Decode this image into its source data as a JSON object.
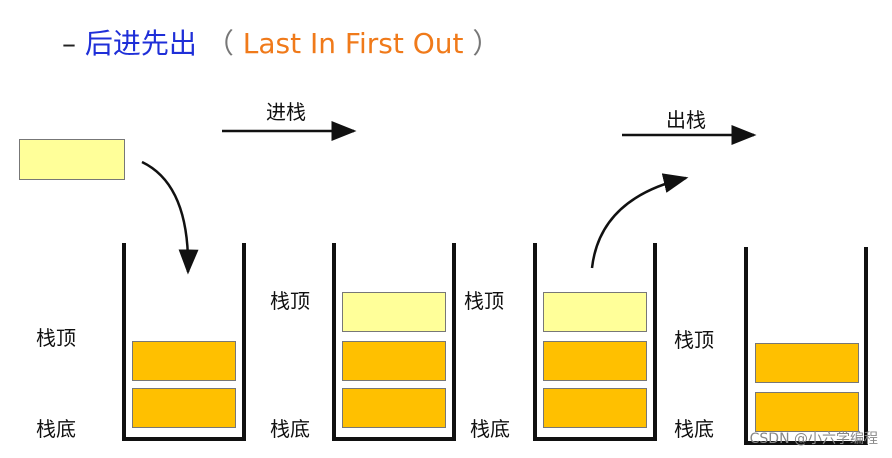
{
  "header": {
    "dash": "–",
    "title_cn": "后进先出",
    "open_paren": "（",
    "title_en": "Last In First Out",
    "close_paren": "）"
  },
  "operations": {
    "push": "进栈",
    "pop": "出栈"
  },
  "labels": {
    "top": "栈顶",
    "bottom": "栈底"
  },
  "watermark": "CSDN @小六学编程",
  "colors": {
    "orange": "#ffc000",
    "light_yellow": "#ffff99",
    "outline": "#111111"
  }
}
